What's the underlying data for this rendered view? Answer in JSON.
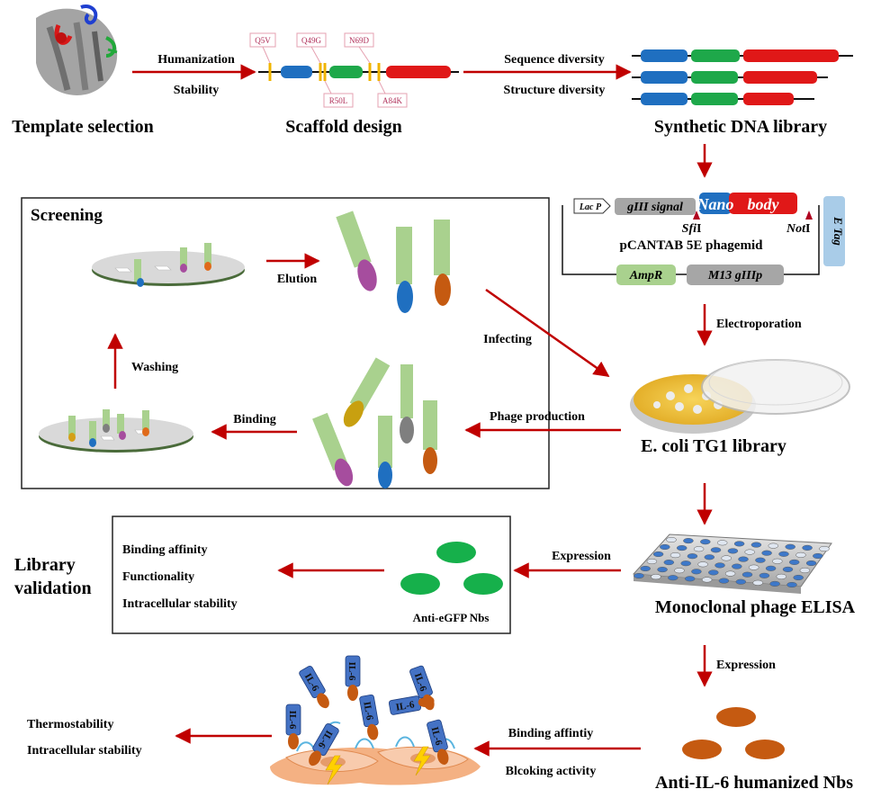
{
  "colors": {
    "arrow": "#c00000",
    "vhh_blue": "#1f6fc0",
    "vhh_green": "#1ea84a",
    "vhh_red": "#e01818",
    "phage_green": "#a9d18e",
    "plate_yellow": "#f2c230",
    "nb_green": "#16b04b",
    "nb_orange": "#c55a11",
    "il6_blue": "#4472c4"
  },
  "icons": [
    "protein-structure-icon",
    "petri-dish-icon",
    "elisa-plate-icon",
    "cell-layer-icon",
    "lightning-icon"
  ],
  "top": {
    "template_label": "Template selection",
    "scaffold_label": "Scaffold design",
    "dna_label": "Synthetic DNA library",
    "arrow1_top": "Humanization",
    "arrow1_bottom": "Stability",
    "arrow2_top": "Sequence diversity",
    "arrow2_bottom": "Structure diversity",
    "mutations": [
      "Q5V",
      "Q49G",
      "N69D",
      "R50L",
      "A84K"
    ]
  },
  "phagemid": {
    "lac_p": "Lac P",
    "gIII_signal": "gIII signal",
    "nano": "Nano",
    "body": "body",
    "sfi": "Sfi",
    "sfi_suffix": " I",
    "not": "Not",
    "not_suffix": " I",
    "e_tag": "E Tag",
    "name": "pCANTAB 5E phagemid",
    "ampr": "AmpR",
    "m13": "M13 gIIIp"
  },
  "flow": {
    "electroporation": "Electroporation",
    "ecoli_label": "E. coli TG1 library",
    "phage_production": "Phage production",
    "infecting": "Infecting",
    "elisa_label": "Monoclonal phage ELISA",
    "expression1": "Expression",
    "expression2": "Expression"
  },
  "screening": {
    "title": "Screening",
    "elution": "Elution",
    "washing": "Washing",
    "binding": "Binding"
  },
  "validation": {
    "title_line1": "Library",
    "title_line2": "validation",
    "items": [
      "Binding affinity",
      "Functionality",
      "Intracellular stability"
    ],
    "nb_label": "Anti-eGFP Nbs"
  },
  "il6": {
    "nb_label": "Anti-IL-6 humanized Nbs",
    "binding_affinity": "Binding affintiy",
    "blocking_activity": "Blcoking activity",
    "out_items": [
      "Thermostability",
      "Intracellular stability"
    ],
    "tag": "IL-6"
  }
}
